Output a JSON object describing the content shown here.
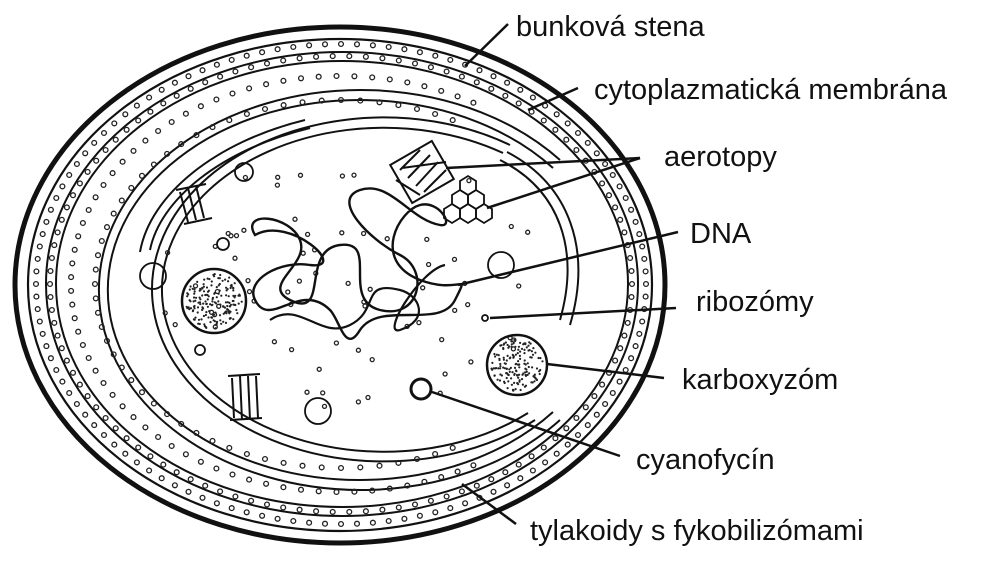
{
  "labels": {
    "cell_wall": "bunková stena",
    "cytoplasmic_membrane": "cytoplazmatická membrána",
    "gas_vesicles": "aerotopy",
    "dna": "DNA",
    "ribosomes": "ribozómy",
    "carboxysome": "karboxyzóm",
    "cyanophycin": "cyanofycín",
    "thylakoids": "tylakoidy s fykobilizómami"
  },
  "colors": {
    "ink": "#111111",
    "background": "#ffffff"
  }
}
